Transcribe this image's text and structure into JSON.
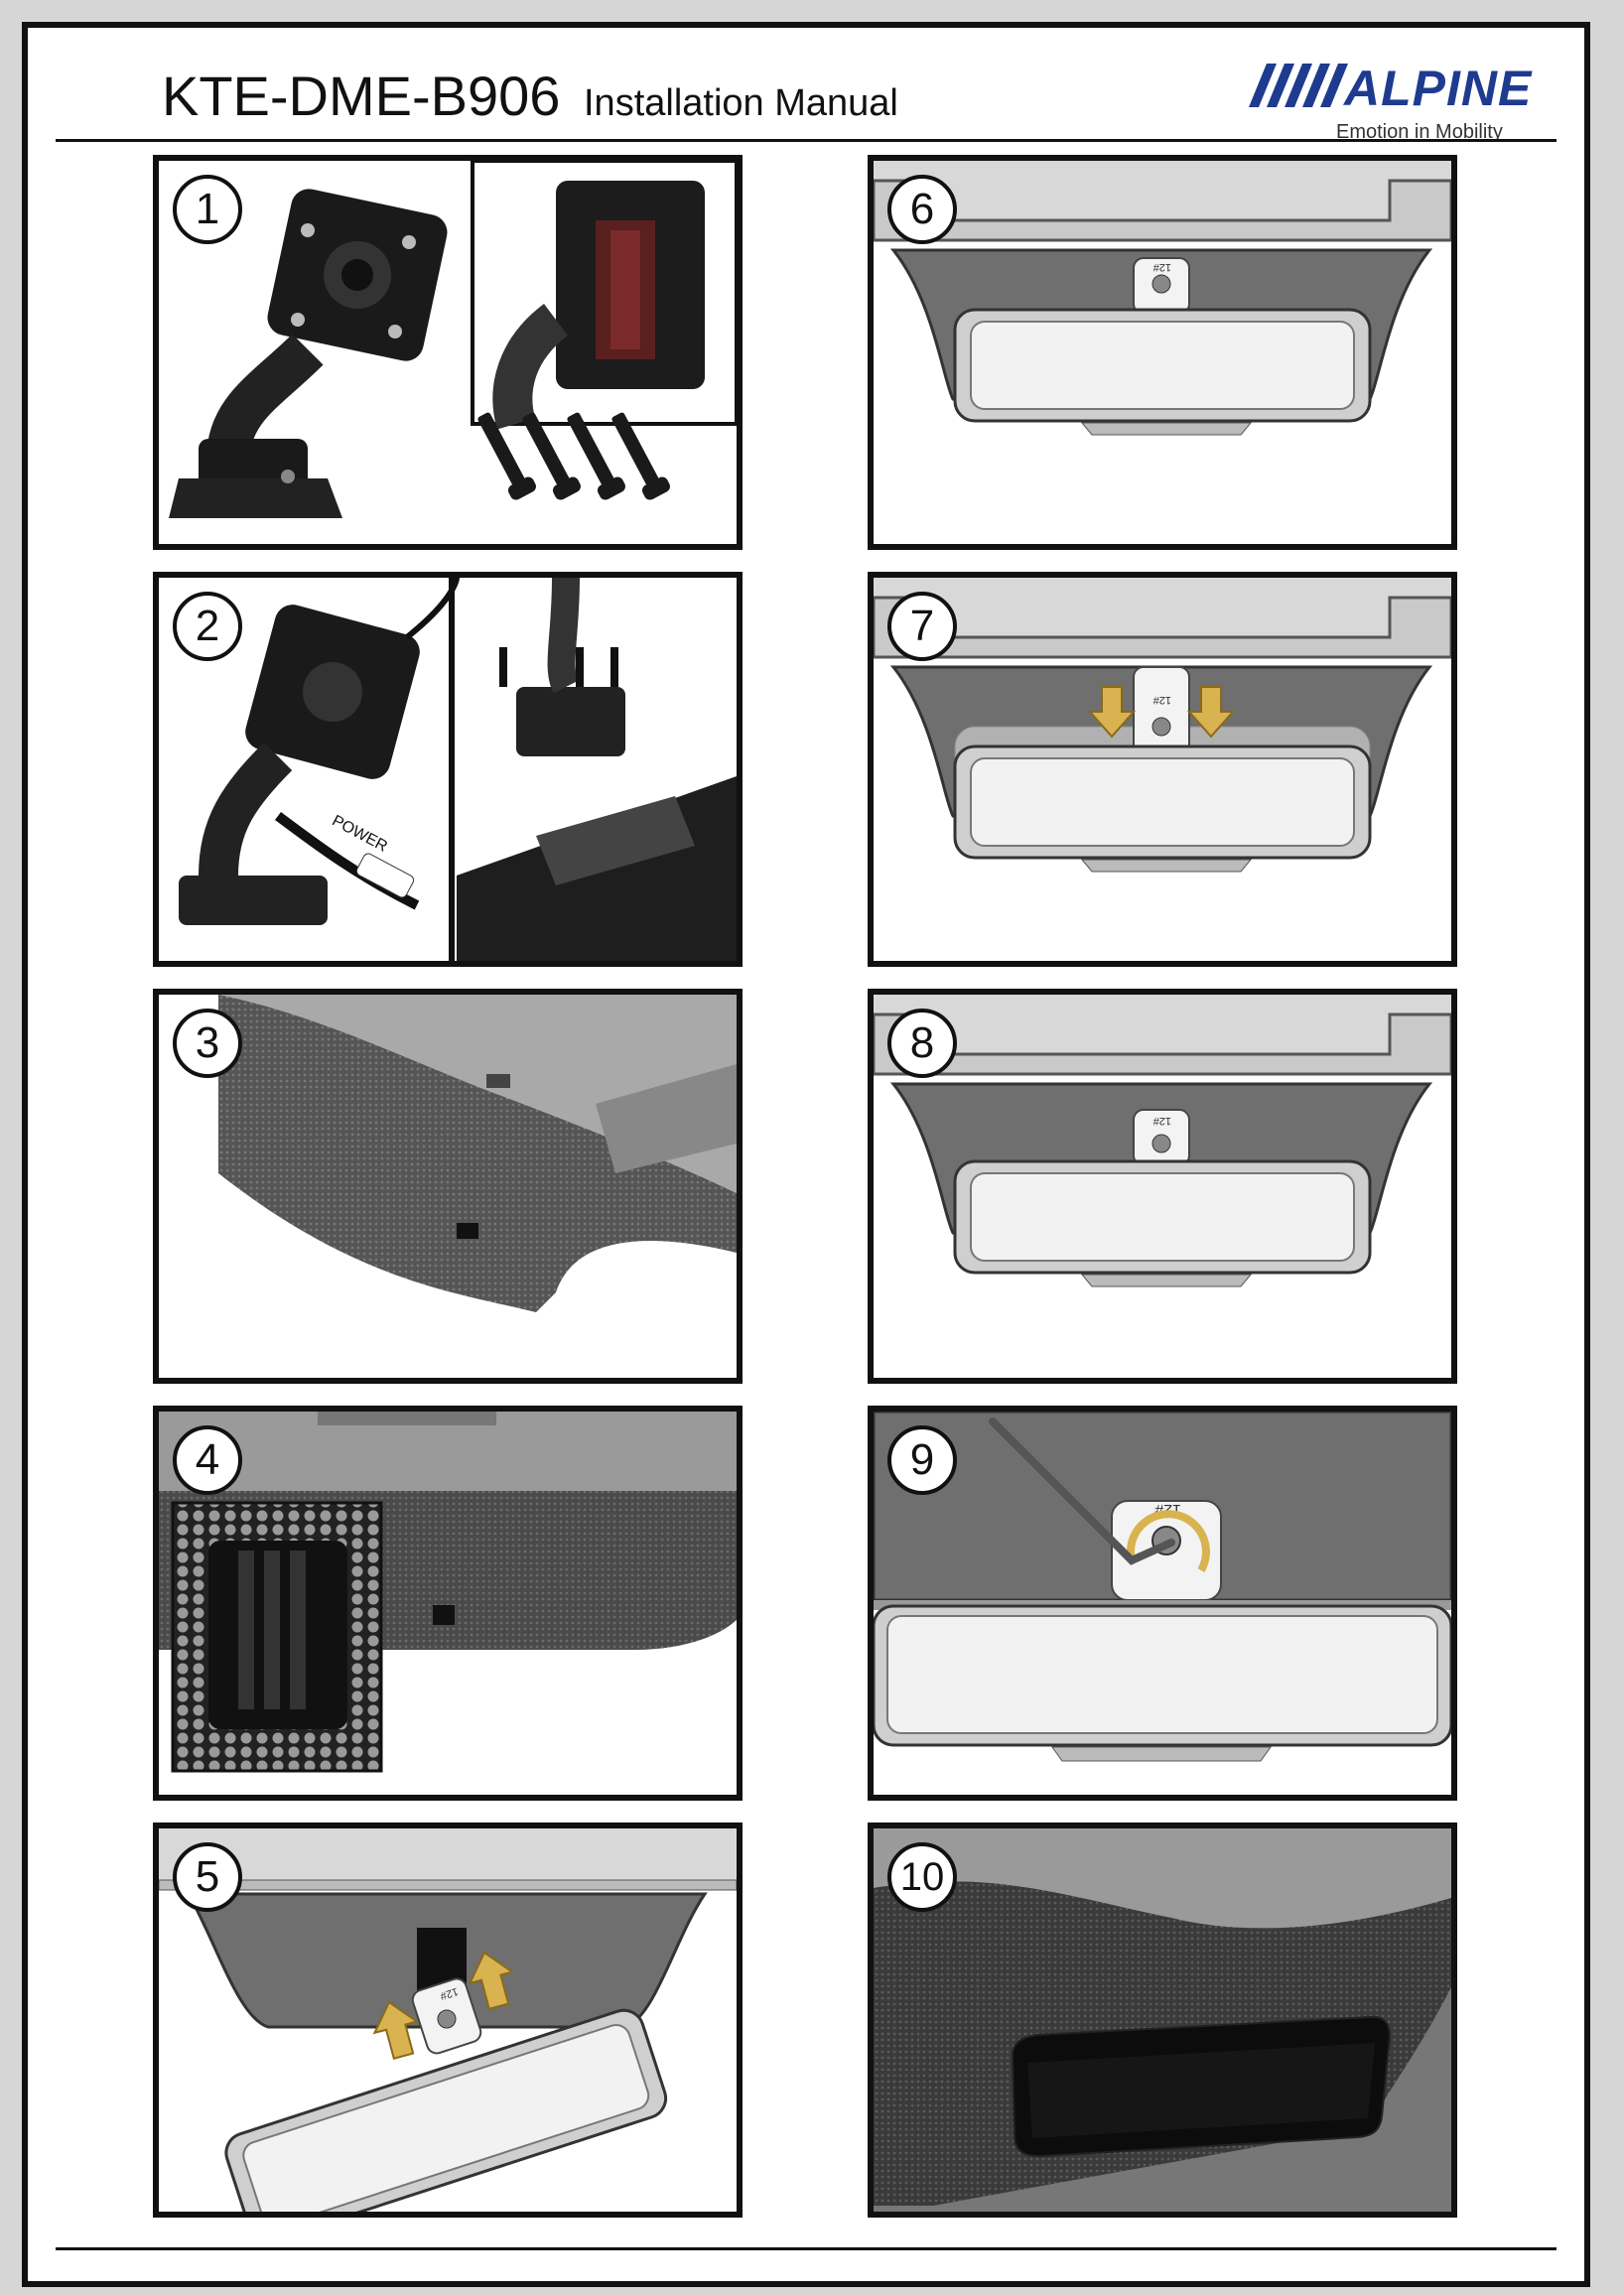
{
  "header": {
    "model": "KTE-DME-B906",
    "subtitle": "Installation Manual",
    "brand": "ALPINE",
    "tagline": "Emotion in Mobility"
  },
  "steps": [
    {
      "number": "1",
      "labels": []
    },
    {
      "number": "2",
      "labels": [
        "POWER"
      ]
    },
    {
      "number": "3",
      "labels": []
    },
    {
      "number": "4",
      "labels": []
    },
    {
      "number": "5",
      "labels": [
        "12#"
      ]
    },
    {
      "number": "6",
      "labels": [
        "12#"
      ]
    },
    {
      "number": "7",
      "labels": [
        "12#"
      ]
    },
    {
      "number": "8",
      "labels": [
        "12#"
      ]
    },
    {
      "number": "9",
      "labels": [
        "12#"
      ]
    },
    {
      "number": "10",
      "labels": []
    }
  ],
  "colors": {
    "brand": "#1f3b8f",
    "arrow": "#d9b350",
    "headliner": "#6f6f6f",
    "mirror": "#f2f2f2"
  }
}
